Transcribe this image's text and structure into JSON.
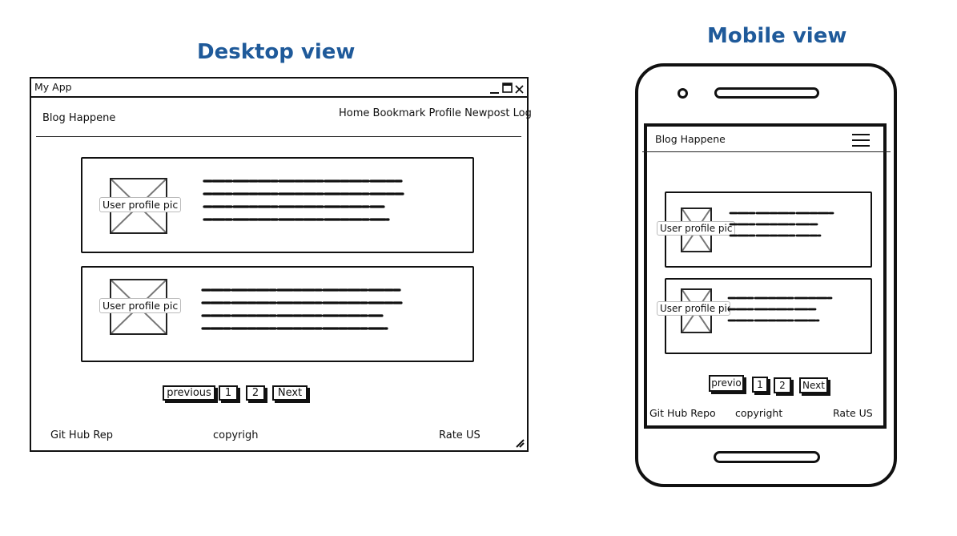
{
  "desktop": {
    "heading": "Desktop view",
    "window_title": "My App",
    "brand": "Blog Happene",
    "nav": "Home Bookmark Profile Newpost Log",
    "cards": [
      {
        "pic_label": "User profile pic"
      },
      {
        "pic_label": "User profile pic"
      }
    ],
    "pagination": {
      "previous": "previous",
      "pages": [
        "1",
        "2"
      ],
      "next": "Next"
    },
    "footer": {
      "left": "Git Hub Rep",
      "center": "copyrigh",
      "right": "Rate US"
    }
  },
  "mobile": {
    "heading": "Mobile view",
    "brand": "Blog Happene",
    "cards": [
      {
        "pic_label": "User profile pic"
      },
      {
        "pic_label": "User profile pic"
      }
    ],
    "pagination": {
      "previous": "previo",
      "pages": [
        "1",
        "2"
      ],
      "next": "Next"
    },
    "footer": {
      "left": "Git Hub Repo",
      "center": "copyright",
      "right": "Rate US"
    }
  },
  "icons": {
    "window_controls": [
      "minimize-icon",
      "maximize-icon",
      "close-icon"
    ],
    "menu": "hamburger-menu-icon",
    "resize": "resize-grip-icon",
    "image_placeholder": "image-placeholder-icon"
  },
  "colors": {
    "heading": "#1f5a9a",
    "ink": "#111111",
    "background": "#ffffff"
  }
}
